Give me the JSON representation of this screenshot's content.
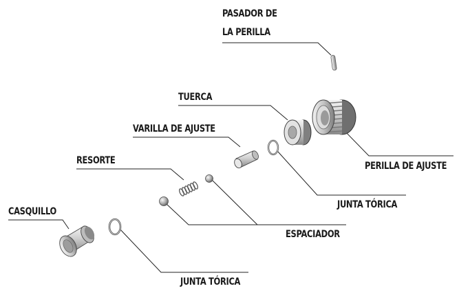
{
  "labels": {
    "pasador_line1": "PASADOR DE",
    "pasador_line2": "LA PERILLA",
    "tuerca": "TUERCA",
    "varilla": "VARILLA DE AJUSTE",
    "resorte": "RESORTE",
    "casquillo": "CASQUILLO",
    "perilla": "PERILLA DE AJUSTE",
    "junta_upper": "JUNTA TÓRICA",
    "espaciador": "ESPACIADOR",
    "junta_lower": "JUNTA TÓRICA"
  }
}
